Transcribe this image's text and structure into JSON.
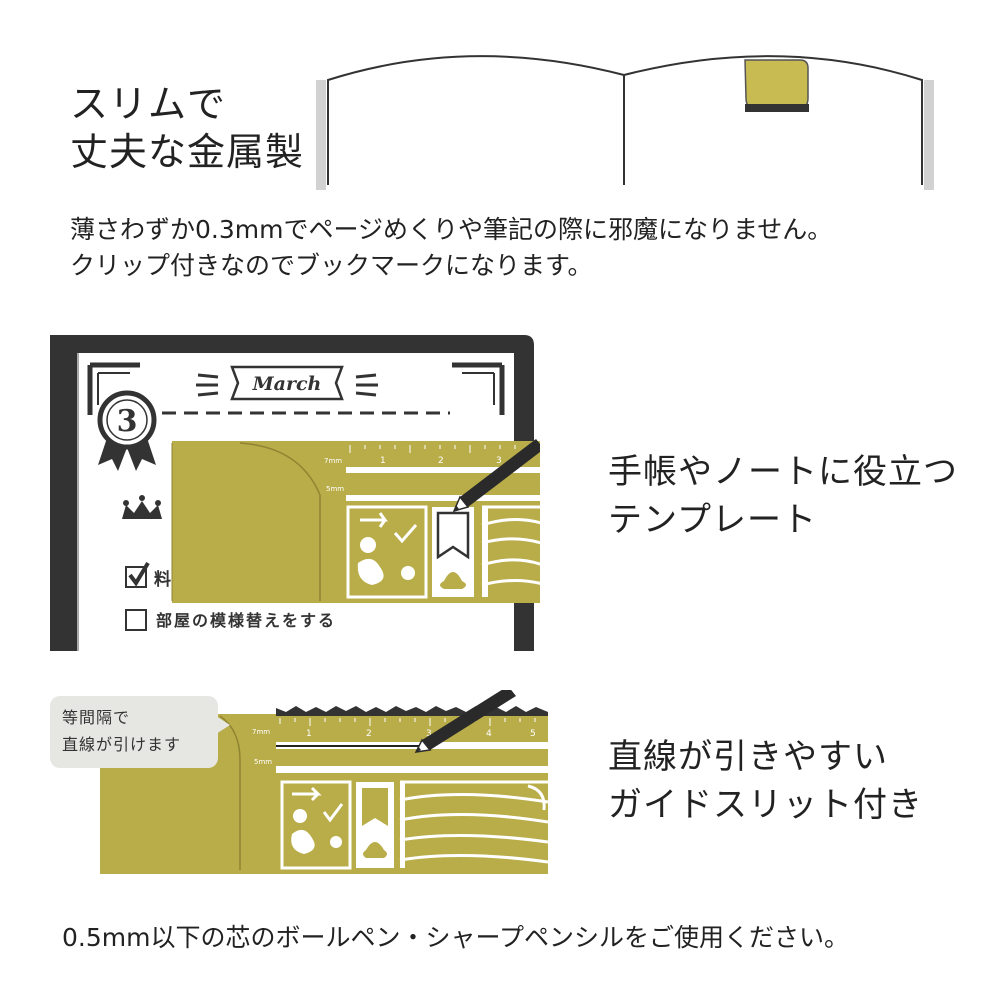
{
  "intro": {
    "heading_lines": [
      "スリムで",
      "丈夫な金属製"
    ],
    "description_lines": [
      "薄さわずか0.3mmでページめくりや筆記の際に邪魔になりません。",
      "クリップ付きなのでブックマークになります。"
    ]
  },
  "planner_illustration": {
    "banner_text": "March",
    "badge_number": "3",
    "ruler_marks": [
      "7mm",
      "5mm",
      "1",
      "2",
      "3"
    ],
    "checklist": [
      {
        "text": "料",
        "checked": true
      },
      {
        "text": "部屋の模様替えをする",
        "checked": false
      }
    ]
  },
  "feature_template": {
    "lines": [
      "手帳やノートに役立つ",
      "テンプレート"
    ]
  },
  "ruler_illustration": {
    "callout_lines": [
      "等間隔で",
      "直線が引けます"
    ],
    "ruler_marks": [
      "7mm",
      "5mm",
      "1",
      "2",
      "3",
      "4",
      "5"
    ]
  },
  "feature_slit": {
    "lines": [
      "直線が引きやすい",
      "ガイドスリット付き"
    ]
  },
  "footer": {
    "note": "0.5mm以下の芯のボールペン・シャープペンシルをご使用ください。"
  },
  "colors": {
    "brass": "#b9ad4a",
    "brass_dark": "#a89b3b",
    "clip_gold": "#c8bb52",
    "dark_frame": "#333333",
    "callout_bg": "#e6e6e3"
  },
  "icons": [
    "open-notebook-icon",
    "clip-icon",
    "pencil-icon",
    "crown-icon",
    "award-ribbon-icon",
    "checkbox-icon"
  ]
}
